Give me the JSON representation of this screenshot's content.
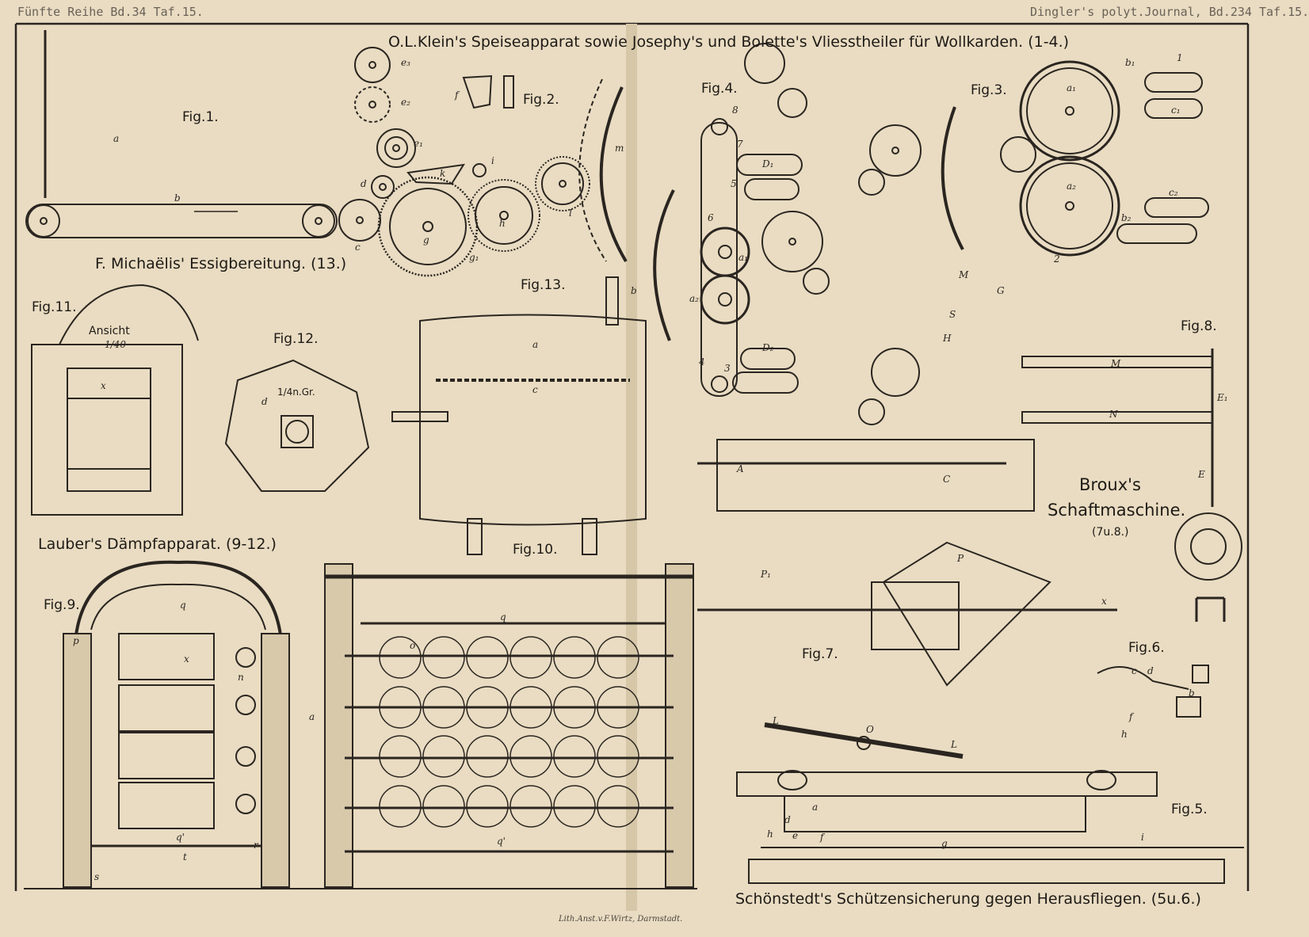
{
  "header": {
    "left": "Fünfte Reihe Bd.34 Taf.15.",
    "right": "Dingler's polyt.Journal, Bd.234 Taf.15."
  },
  "titles": {
    "main": "O.L.Klein's Speiseapparat sowie Josephy's und Bolette's Vliesstheiler für Wollkarden.",
    "main_range": "(1-4.)",
    "michaelis": "F. Michaëlis' Essigbereitung.",
    "michaelis_range": "(13.)",
    "lauber": "Lauber's Dämpfapparat.",
    "lauber_range": "(9-12.)",
    "broux_1": "Broux's",
    "broux_2": "Schaftmaschine.",
    "broux_range": "(7u.8.)",
    "schoenstedt": "Schönstedt's Schützensicherung gegen Herausfliegen.",
    "schoenstedt_range": "(5u.6.)"
  },
  "figures": {
    "fig1": "Fig.1.",
    "fig2": "Fig.2.",
    "fig3": "Fig.3.",
    "fig4": "Fig.4.",
    "fig5": "Fig.5.",
    "fig6": "Fig.6.",
    "fig7": "Fig.7.",
    "fig8": "Fig.8.",
    "fig9": "Fig.9.",
    "fig10": "Fig.10.",
    "fig11": "Fig.11.",
    "fig12": "Fig.12.",
    "fig13": "Fig.13."
  },
  "annotations": {
    "ansicht": "Ansicht",
    "scale": "1/40",
    "fig12_scale": "1/4n.Gr.",
    "lithographer": "Lith.Anst.v.F.Wirtz, Darmstadt."
  },
  "letters": {
    "a": "a",
    "b": "b",
    "c": "c",
    "d": "d",
    "e": "e",
    "e1": "e₁",
    "e2": "e₂",
    "e3": "e₃",
    "f": "f",
    "g": "g",
    "g1": "g₁",
    "h": "h",
    "i": "i",
    "k": "k",
    "l": "l",
    "m": "m",
    "n": "n",
    "o": "o",
    "p": "p",
    "q": "q",
    "q2": "q'",
    "r": "r",
    "s": "s",
    "t": "t",
    "x": "x",
    "a1": "a₁",
    "a2": "a₂",
    "b1": "b₁",
    "b2": "b₂",
    "c1": "c₁",
    "c2": "c₂",
    "D1": "D₁",
    "D2": "D₂",
    "A": "A",
    "C": "C",
    "E": "E",
    "E1": "E₁",
    "G": "G",
    "H": "H",
    "L": "L",
    "M": "M",
    "N": "N",
    "O": "O",
    "P": "P",
    "P1": "P₁",
    "S": "S",
    "n1": "1",
    "n2": "2",
    "n3": "3",
    "n4": "4",
    "n5": "5",
    "n6": "6",
    "n7": "7",
    "n8": "8"
  },
  "colors": {
    "paper": "#e9dcc2",
    "ink": "#2a2520"
  }
}
